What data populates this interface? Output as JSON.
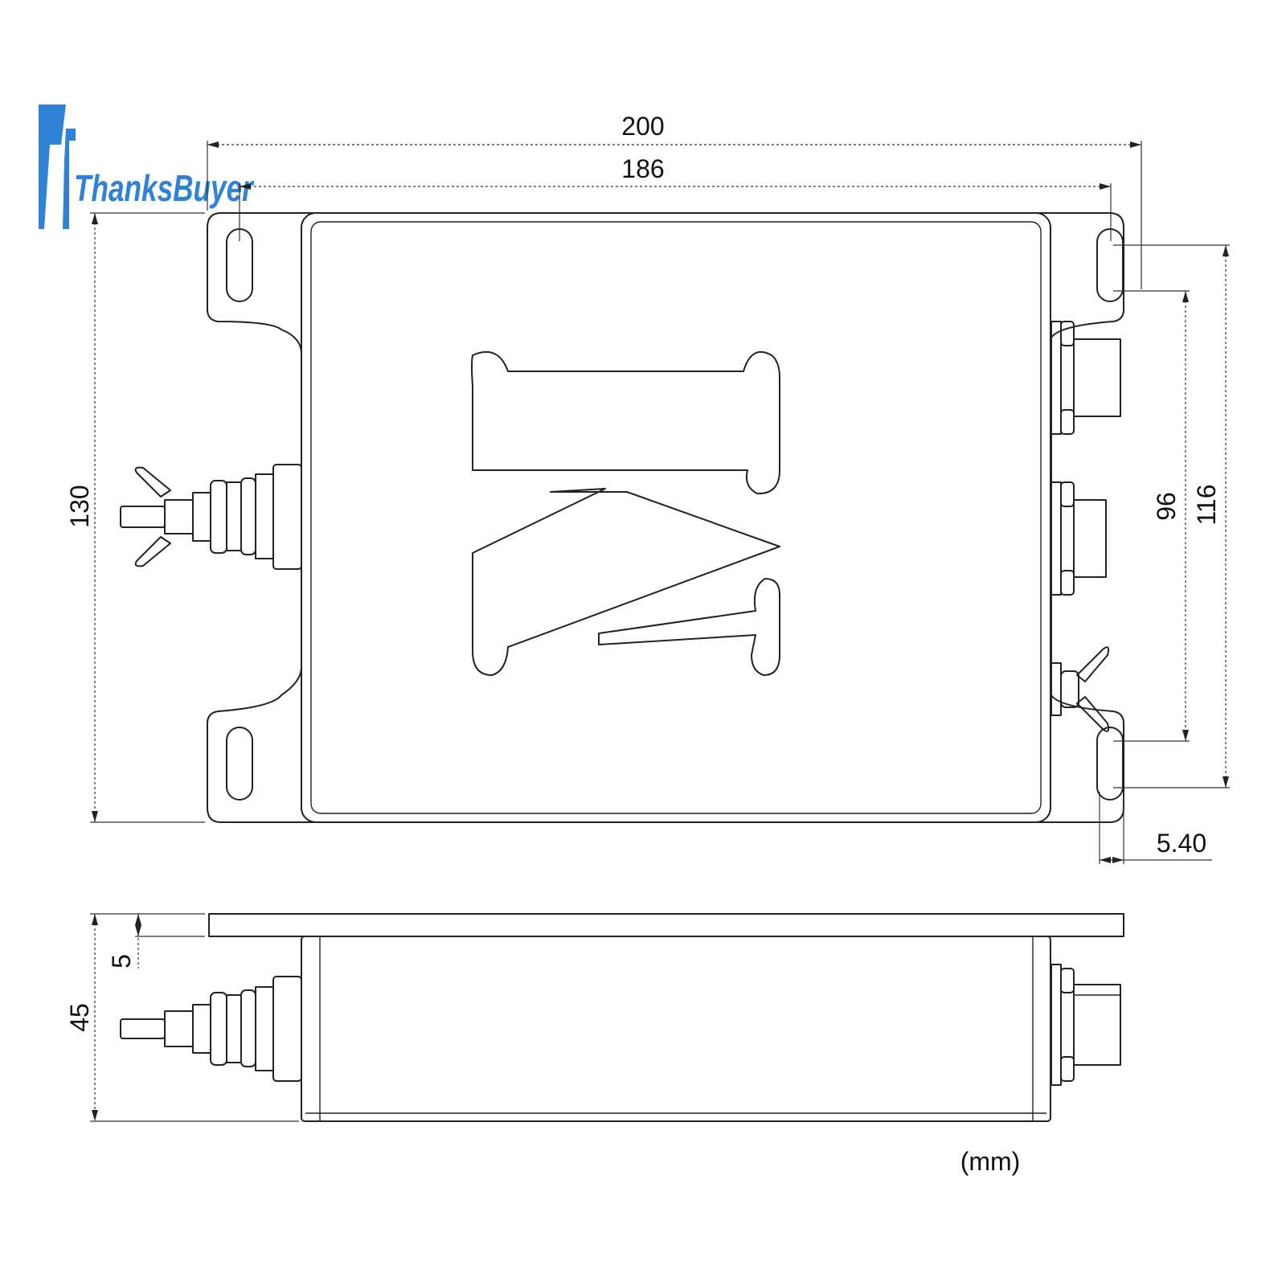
{
  "logo": {
    "brand": "ThanksBuyer",
    "color": "#2f82d6"
  },
  "top_view": {
    "dim_overall_width": "200",
    "dim_hole_spacing_width": "186",
    "dim_overall_height": "130",
    "dim_hole_spacing_inner": "96",
    "dim_hole_spacing_outer": "116",
    "dim_slot_width": "5.40"
  },
  "side_view": {
    "dim_flange_thickness": "5",
    "dim_total_height": "45"
  },
  "units_label": "(mm)",
  "emblem_icon": "iva-emblem-icon"
}
